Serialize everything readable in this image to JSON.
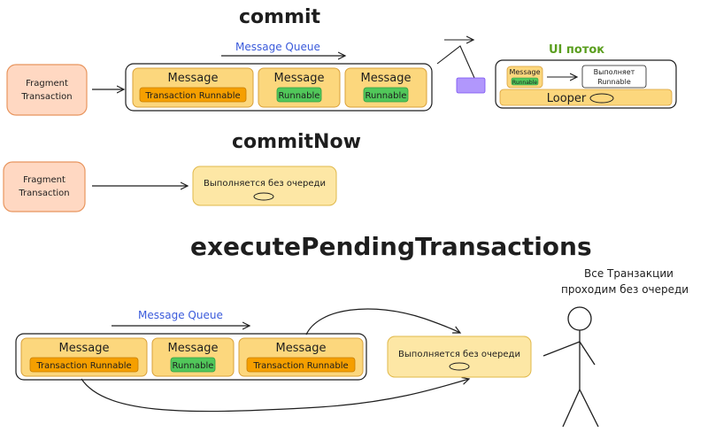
{
  "sections": {
    "commit": {
      "title": "commit",
      "fragment_box": {
        "line1": "Fragment",
        "line2": "Transaction"
      },
      "queue_label": "Message Queue",
      "queue_items": [
        {
          "title": "Message",
          "chip": "Transaction Runnable",
          "chip_color": "#f59f00"
        },
        {
          "title": "Message",
          "chip": "Runnable",
          "chip_color": "#51c75a"
        },
        {
          "title": "Message",
          "chip": "Runnable",
          "chip_color": "#51c75a"
        }
      ],
      "ui_thread": {
        "label": "UI поток",
        "message_title": "Message",
        "message_chip": "Runnable",
        "exec_line1": "Выполняет",
        "exec_line2": "Runnable",
        "looper": "Looper"
      }
    },
    "commit_now": {
      "title": "commitNow",
      "fragment_box": {
        "line1": "Fragment",
        "line2": "Transaction"
      },
      "exec_label": "Выполняется без очереди"
    },
    "execute_pending": {
      "title": "executePendingTransactions",
      "queue_label": "Message Queue",
      "queue_items": [
        {
          "title": "Message",
          "chip": "Transaction Runnable",
          "chip_color": "#f59f00"
        },
        {
          "title": "Message",
          "chip": "Runnable",
          "chip_color": "#51c75a"
        },
        {
          "title": "Message",
          "chip": "Transaction Runnable",
          "chip_color": "#f59f00"
        }
      ],
      "exec_label": "Выполняется без очереди",
      "note_line1": "Все Транзакции",
      "note_line2": "проходим без очереди"
    }
  },
  "colors": {
    "fragment_fill": "#ffd8c2",
    "fragment_stroke": "#e8955e",
    "message_fill": "#fcd77d",
    "message_stroke": "#d9a13a",
    "exec_fill": "#fde7a5",
    "purple": "#b197fc",
    "queue_text": "#3b5bdb",
    "ui_text": "#5a9e1e"
  }
}
